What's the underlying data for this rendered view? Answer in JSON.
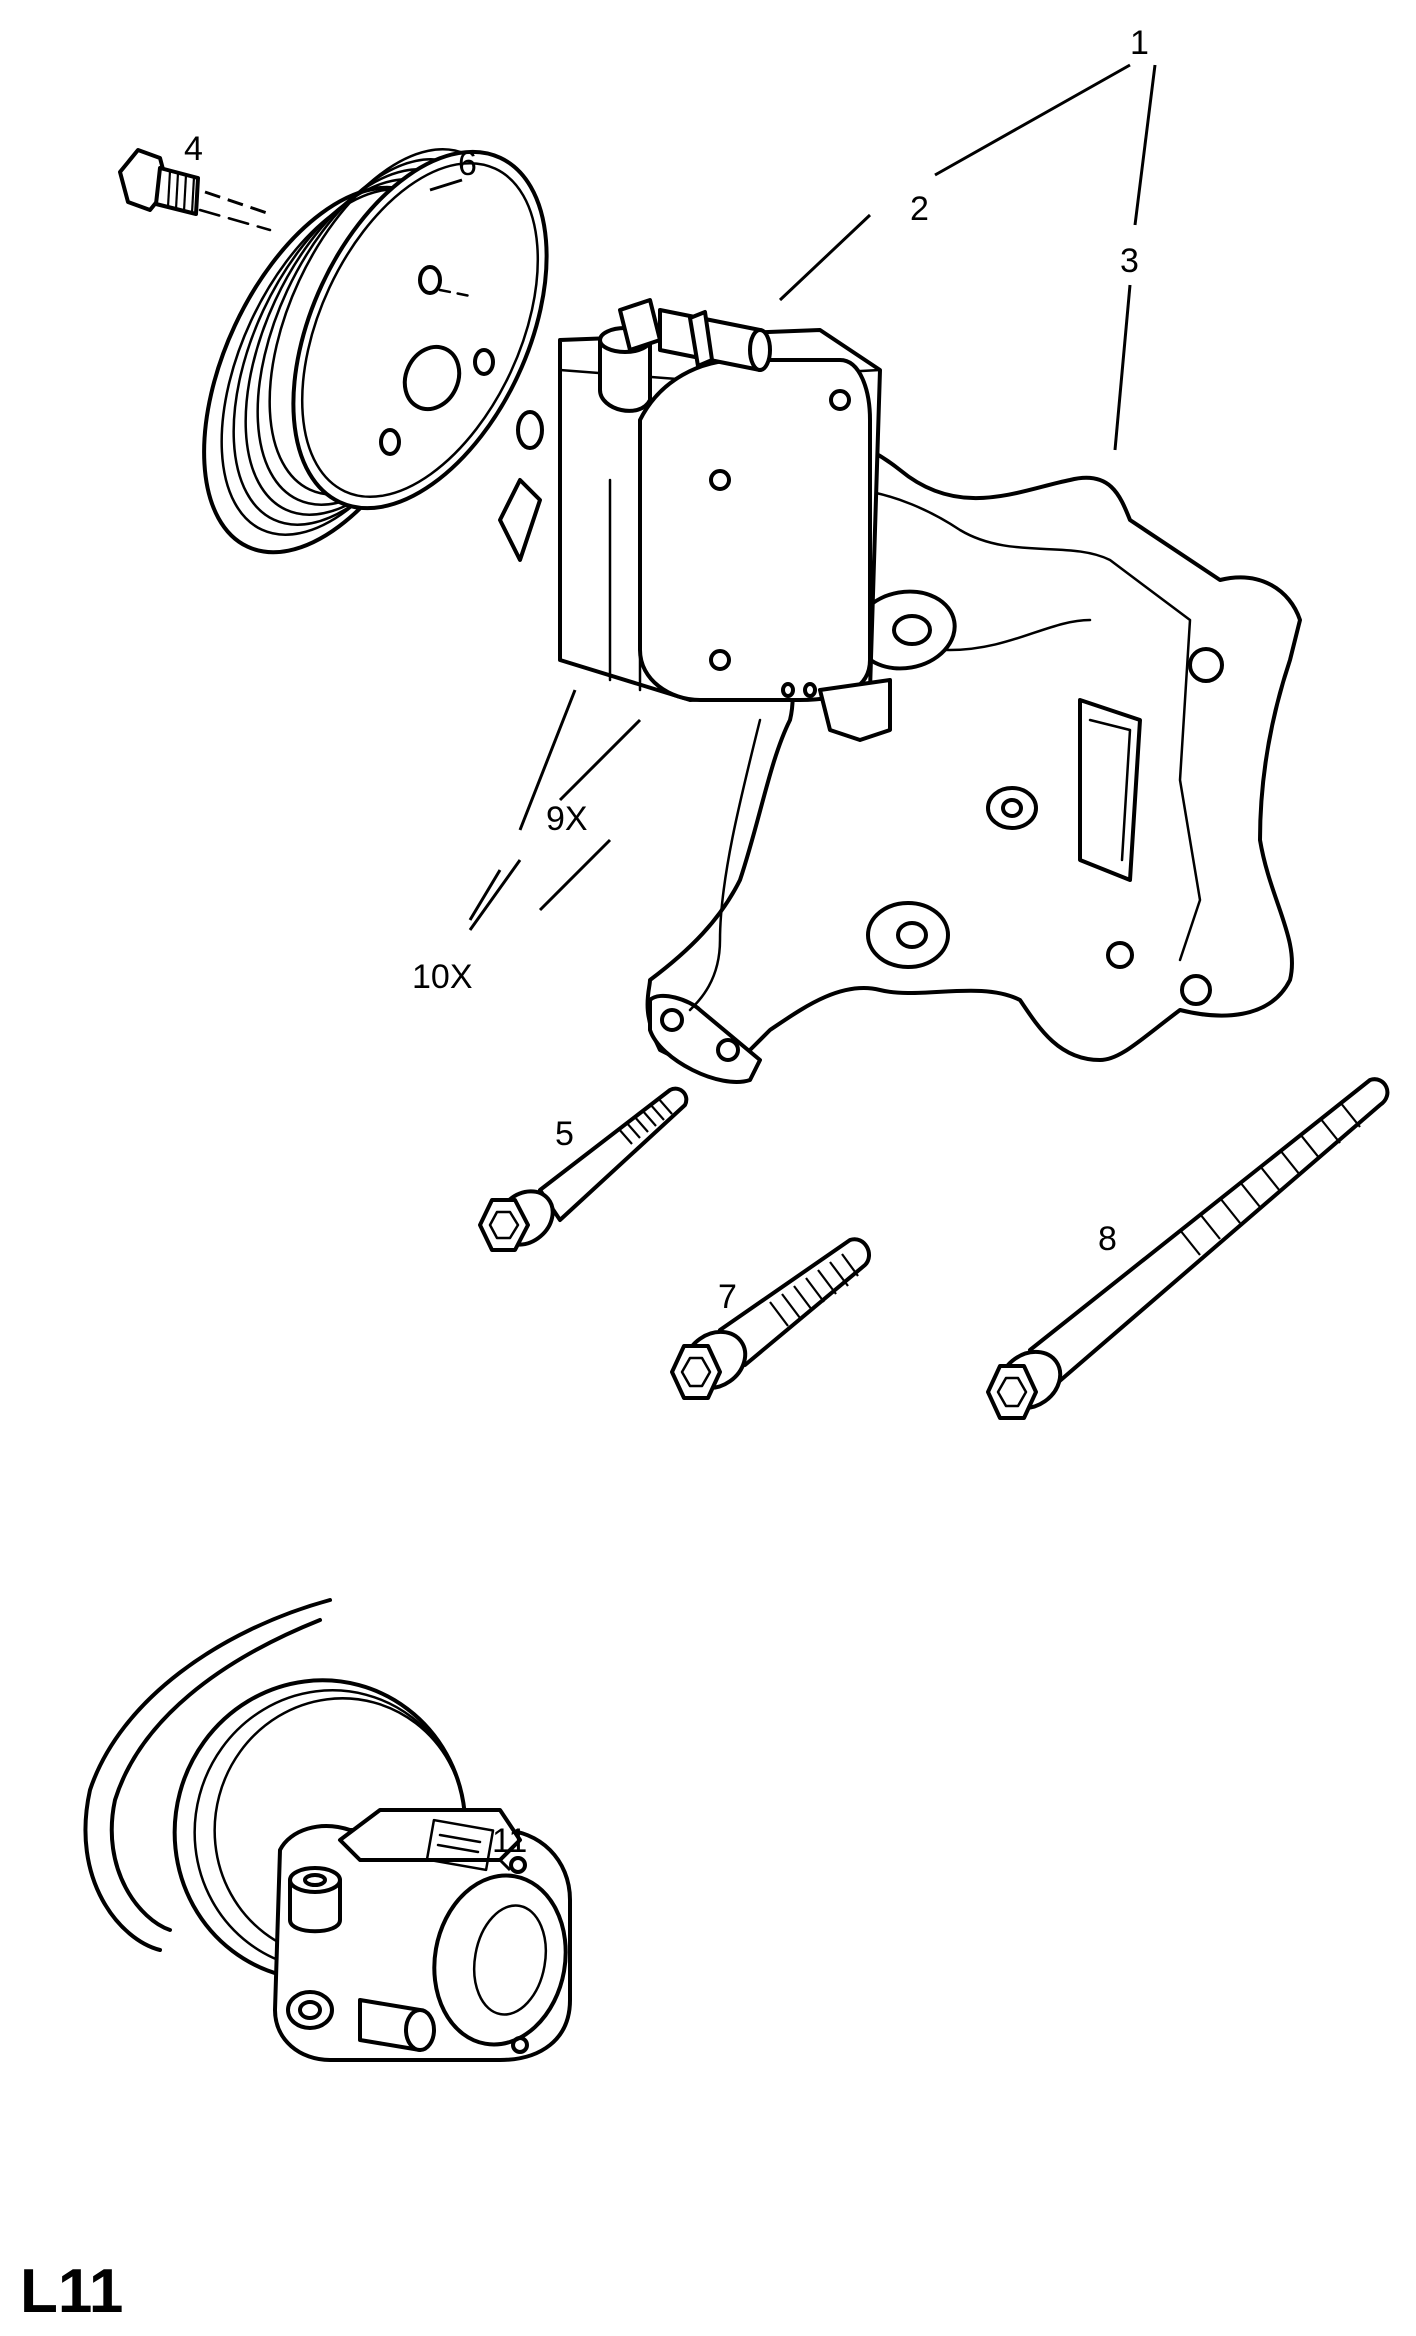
{
  "callouts": {
    "c1": "1",
    "c2": "2",
    "c3": "3",
    "c4": "4",
    "c5": "5",
    "c6": "6",
    "c7": "7",
    "c8": "8",
    "c9": "9X",
    "c10": "10X",
    "c11": "11"
  },
  "page_code": "L11",
  "parts": {
    "pulley": "pulley-icon",
    "pump": "power-steering-pump-icon",
    "bracket": "mounting-bracket-icon",
    "bolt": "bolt-icon",
    "alt_pump": "pump-assembly-icon"
  }
}
